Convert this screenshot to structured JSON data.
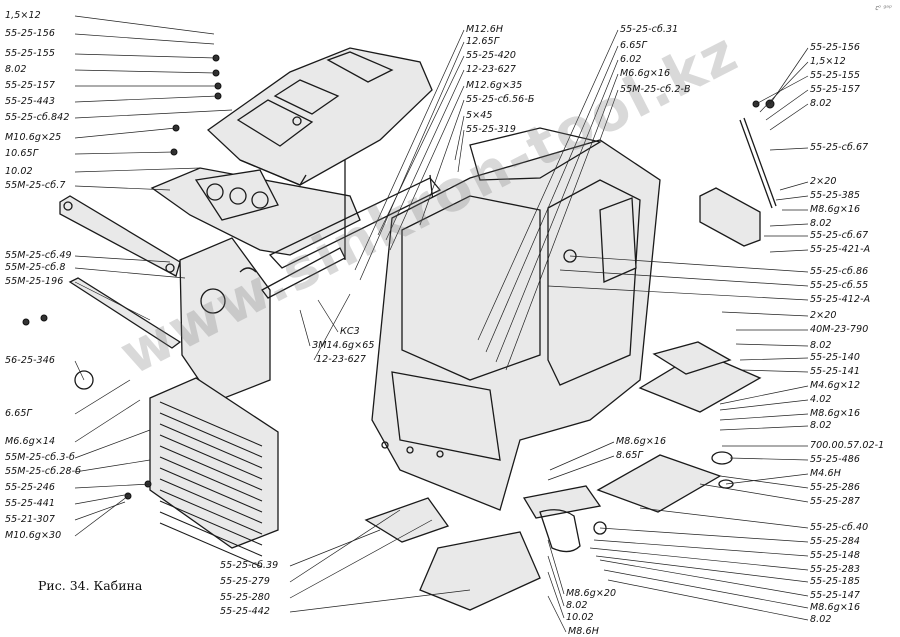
{
  "corner_mark": "ꞇᵒ ᵍᵃᵖ",
  "caption": "Рис. 34. Кабина",
  "watermark": "www.sinkron-tool.kz",
  "left_labels": [
    "1,5×12",
    "55-25-156",
    "55-25-155",
    "8.02",
    "55-25-157",
    "55-25-443",
    "55-25-сб.842",
    "М10.6g×25",
    "10.65Г",
    "10.02",
    "55М-25-сб.7",
    "55М-25-сб.49",
    "55М-25-сб.8",
    "55М-25-196",
    "56-25-346",
    "6.65Г",
    "М6.6g×14",
    "55М-25-сб.3-б",
    "55М-25-сб.28-б",
    "55-25-246",
    "55-25-441",
    "55-21-307",
    "М10.6g×30"
  ],
  "center_labels": [
    "М12.6Н",
    "12.65Г",
    "55-25-420",
    "12-23-627",
    "М12.6g×35",
    "55-25-сб.56-Б",
    "5×45",
    "55-25-319",
    "55-25-сб.31",
    "6.65Г",
    "6.02",
    "М6.6g×16",
    "55М-25-сб.2-В"
  ],
  "mid_labels": [
    "КС3",
    "ЗМ14.6g×65",
    "12-23-627"
  ],
  "right_labels": [
    "55-25-156",
    "1,5×12",
    "55-25-155",
    "55-25-157",
    "8.02",
    "55-25-сб.67",
    "2×20",
    "55-25-385",
    "М8.6g×16",
    "8.02",
    "55-25-сб.67",
    "55-25-421-А",
    "55-25-сб.86",
    "55-25-сб.55",
    "55-25-412-А",
    "2×20",
    "40М-23-790",
    "8.02",
    "55-25-140",
    "55-25-141",
    "М4.6g×12",
    "4.02",
    "М8.6g×16",
    "8.02",
    "700.00.57.02-1",
    "55-25-486",
    "М4.6Н",
    "55-25-286",
    "55-25-287",
    "55-25-сб.40",
    "55-25-284",
    "55-25-148",
    "55-25-283",
    "55-25-185",
    "55-25-147",
    "М8.6g×16",
    "8.02"
  ],
  "bottom_center_labels": [
    "М8.6g×16",
    "8.65Г",
    "М8.6g×20",
    "8.02",
    "10.02",
    "М8.6Н"
  ],
  "bottom_left_labels": [
    "55-25-сб.39",
    "55-25-279",
    "55-25-280",
    "55-25-442"
  ]
}
